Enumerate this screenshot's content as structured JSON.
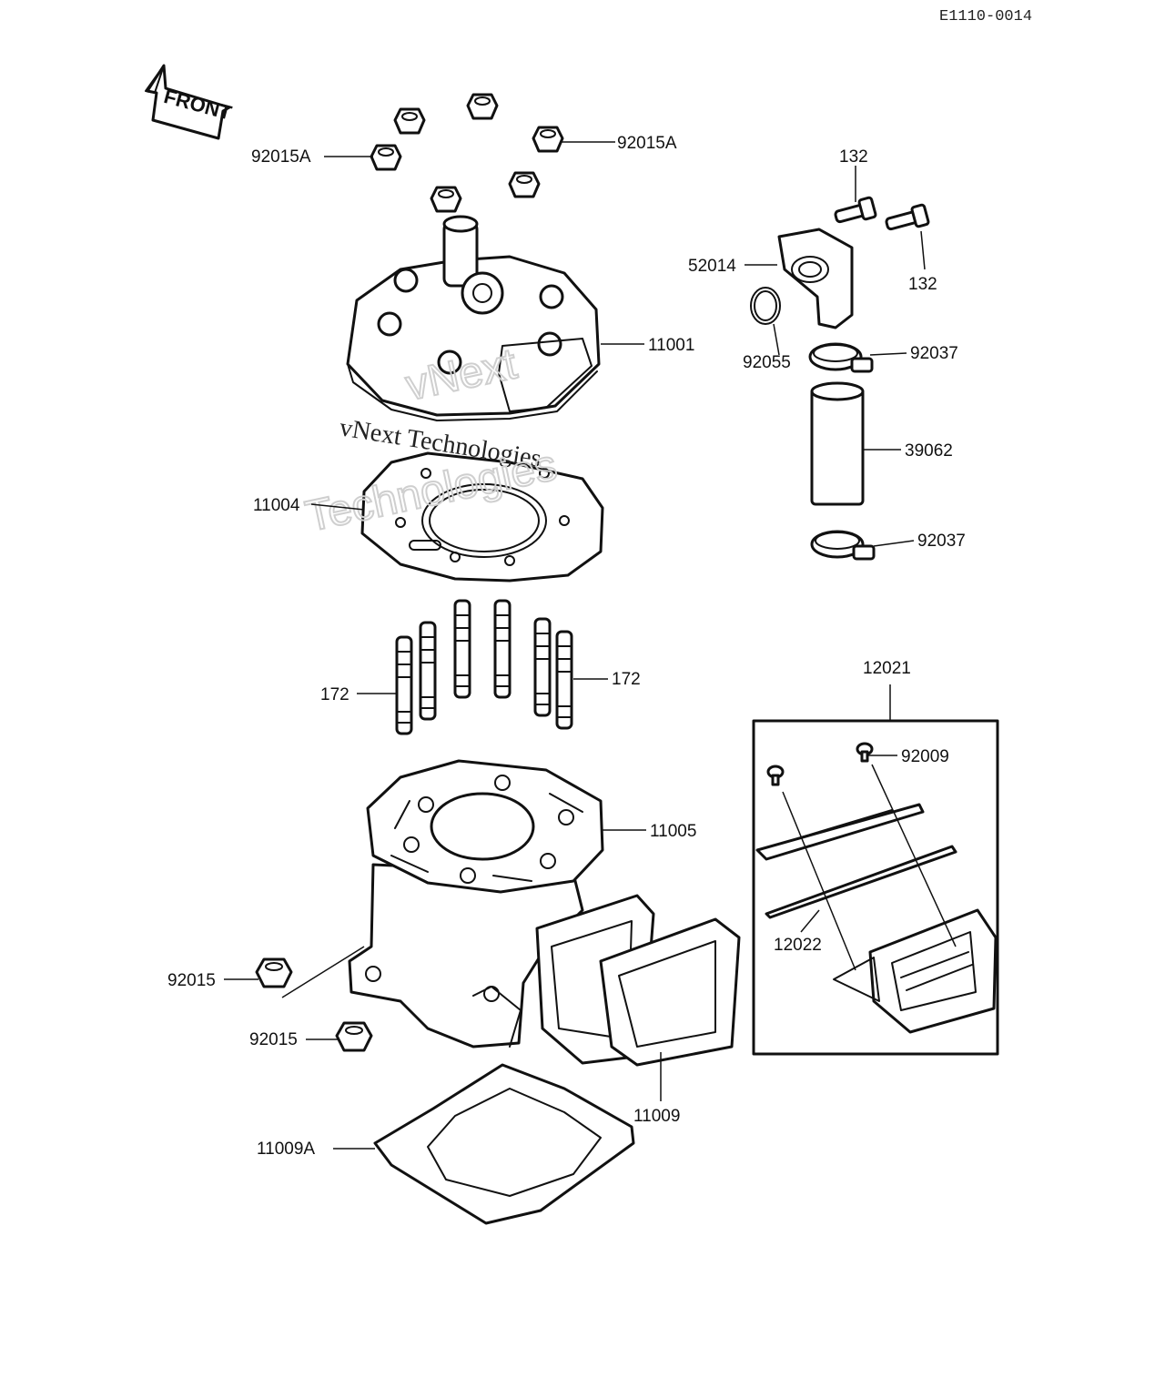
{
  "diagram_code": "E1110-0014",
  "front_label": "FRONT",
  "watermark": {
    "line1": "vNext Technologies",
    "line2": "vNext",
    "line3": "Technologies"
  },
  "parts": {
    "p_92015A_left": "92015A",
    "p_92015A_right": "92015A",
    "p_132_top": "132",
    "p_132_bottom": "132",
    "p_52014": "52014",
    "p_11001": "11001",
    "p_92055": "92055",
    "p_92037_top": "92037",
    "p_39062": "39062",
    "p_11004": "11004",
    "p_92037_bottom": "92037",
    "p_172_left": "172",
    "p_172_right": "172",
    "p_12021": "12021",
    "p_92009": "92009",
    "p_11005": "11005",
    "p_12022": "12022",
    "p_92015_a": "92015",
    "p_92015_b": "92015",
    "p_11009": "11009",
    "p_11009A": "11009A"
  }
}
